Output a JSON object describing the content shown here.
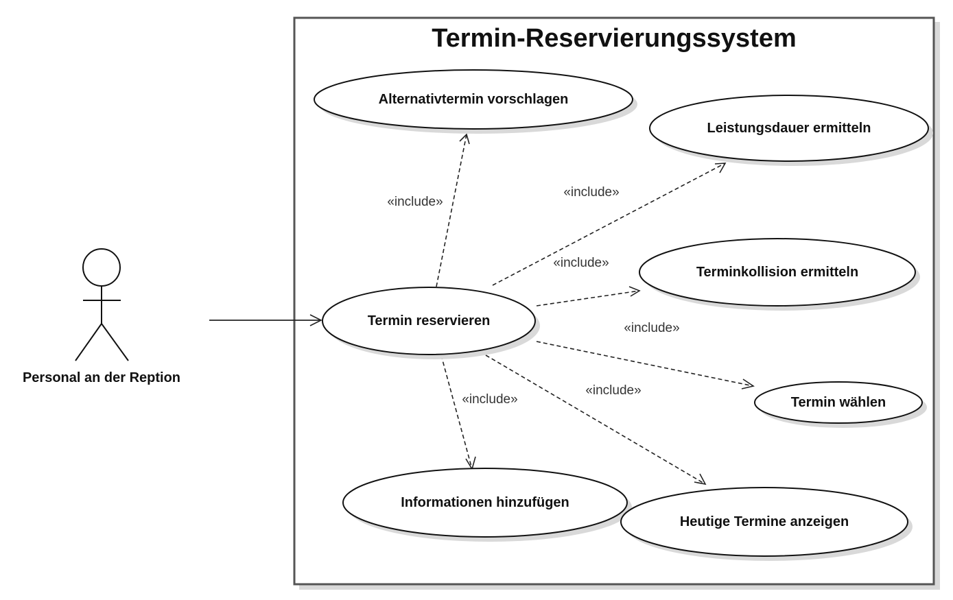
{
  "system": {
    "title": "Termin-Reservierungssystem"
  },
  "actor": {
    "name": "Personal an der Reption"
  },
  "use_cases": {
    "alternativ": "Alternativtermin vorschlagen",
    "leistungsdauer": "Leistungsdauer ermitteln",
    "kollision": "Terminkollision ermitteln",
    "reservieren": "Termin reservieren",
    "waehlen": "Termin wählen",
    "informationen": "Informationen hinzufügen",
    "heutige": "Heutige Termine anzeigen"
  },
  "relations": {
    "include_label": "«include»"
  }
}
